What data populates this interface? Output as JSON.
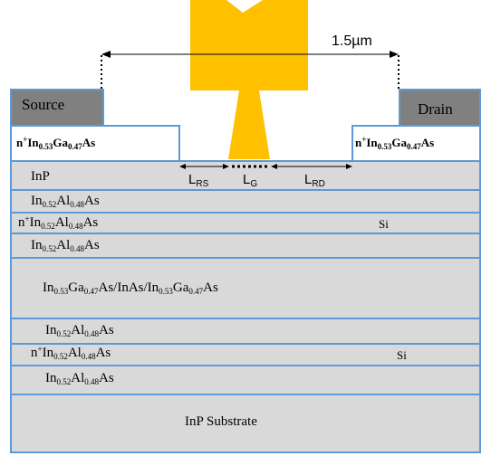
{
  "colors": {
    "substrate_fill": "#d9d9d9",
    "layer_line": "#5b9bd5",
    "metal_contact": "#808080",
    "gate_metal": "#ffc000",
    "outline": "#5b9bd5"
  },
  "contacts": {
    "source": "Source",
    "drain": "Drain"
  },
  "cap_layer": {
    "prefix": "n",
    "sup": "+",
    "el1": "In",
    "sub1": "0.53",
    "el2": "Ga",
    "sub2": "0.47",
    "el3": "As"
  },
  "dimension": "1.5µm",
  "recess_labels": {
    "lrs_main": "L",
    "lrs_sub": "RS",
    "lg_main": "L",
    "lg_sub": "G",
    "lrd_main": "L",
    "lrd_sub": "RD"
  },
  "layers": {
    "inp": "InP",
    "barrier_upper": {
      "el1": "In",
      "sub1": "0.52",
      "el2": "Al",
      "sub2": "0.48",
      "el3": "As"
    },
    "delta_upper": {
      "prefix": "n",
      "sup": "+",
      "el1": "In",
      "sub1": "0.52",
      "el2": "Al",
      "sub2": "0.48",
      "el3": "As",
      "dopant": "Si"
    },
    "spacer_upper": {
      "el1": "In",
      "sub1": "0.52",
      "el2": "Al",
      "sub2": "0.48",
      "el3": "As"
    },
    "channel": {
      "a1": "In",
      "as1": "0.53",
      "a2": "Ga",
      "as2": "0.47",
      "a3": "As/InAs/",
      "b1": "In",
      "bs1": "0.53",
      "b2": "Ga",
      "bs2": "0.47",
      "b3": "As"
    },
    "spacer_lower": {
      "el1": "In",
      "sub1": "0.52",
      "el2": "Al",
      "sub2": "0.48",
      "el3": "As"
    },
    "delta_lower": {
      "prefix": "n",
      "sup": "+",
      "el1": "In",
      "sub1": "0.52",
      "el2": "Al",
      "sub2": "0.48",
      "el3": "As",
      "dopant": "Si"
    },
    "buffer": {
      "el1": "In",
      "sub1": "0.52",
      "el2": "Al",
      "sub2": "0.48",
      "el3": "As"
    },
    "substrate": "InP Substrate"
  }
}
